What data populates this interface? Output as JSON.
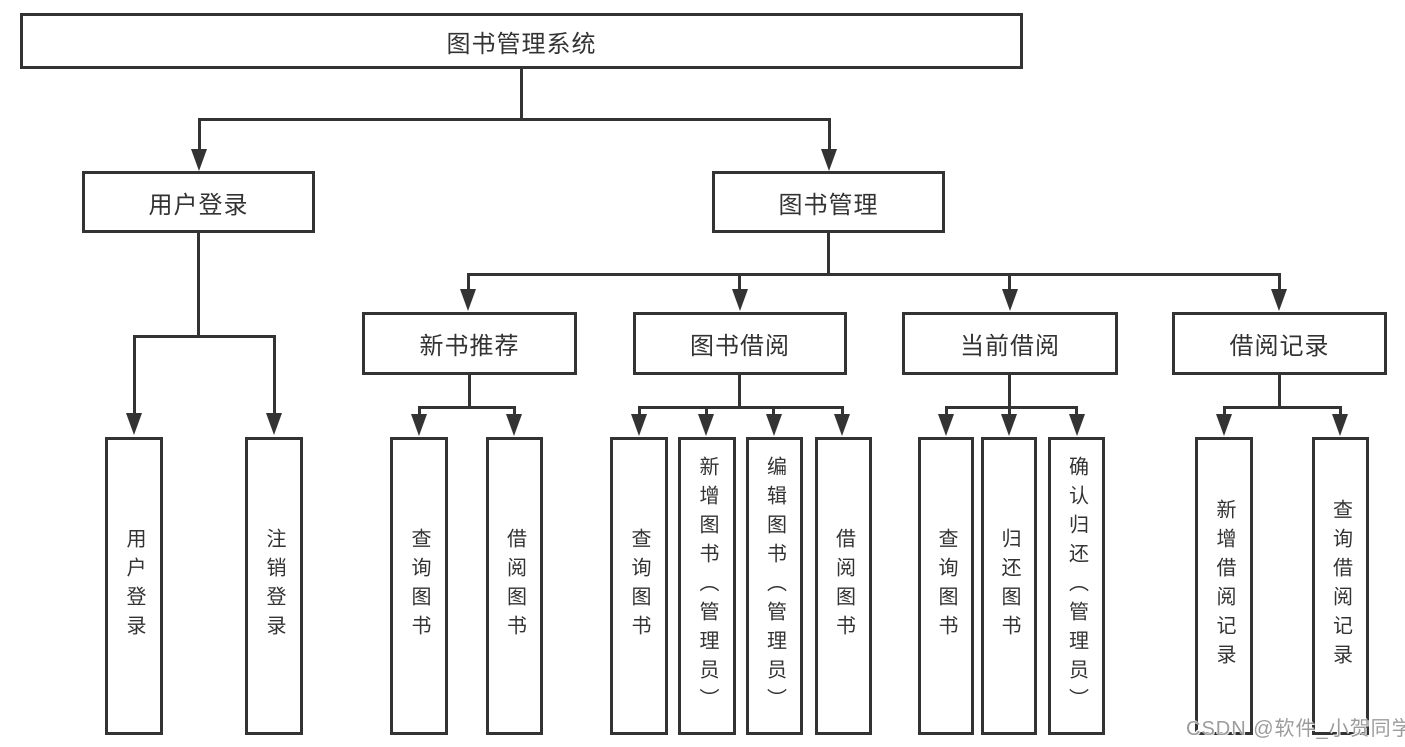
{
  "diagram": {
    "type": "tree",
    "tree": {
      "label": "图书管理系统",
      "children": [
        {
          "label": "用户登录",
          "children": [
            {
              "label": "用户登录"
            },
            {
              "label": "注销登录"
            }
          ]
        },
        {
          "label": "图书管理",
          "children": [
            {
              "label": "新书推荐",
              "children": [
                {
                  "label": "查询图书"
                },
                {
                  "label": "借阅图书"
                }
              ]
            },
            {
              "label": "图书借阅",
              "children": [
                {
                  "label": "查询图书"
                },
                {
                  "label": "新增图书（管理员）"
                },
                {
                  "label": "编辑图书（管理员）"
                },
                {
                  "label": "借阅图书"
                }
              ]
            },
            {
              "label": "当前借阅",
              "children": [
                {
                  "label": "查询图书"
                },
                {
                  "label": "归还图书"
                },
                {
                  "label": "确认归还（管理员）"
                }
              ]
            },
            {
              "label": "借阅记录",
              "children": [
                {
                  "label": "新增借阅记录"
                },
                {
                  "label": "查询借阅记录"
                }
              ]
            }
          ]
        }
      ]
    }
  },
  "watermark": {
    "text": "CSDN @软件_小贺同学"
  },
  "colors": {
    "line": "#333333",
    "box_border": "#333333",
    "text": "#333333",
    "background": "#ffffff",
    "watermark": "#9c9c9c"
  }
}
